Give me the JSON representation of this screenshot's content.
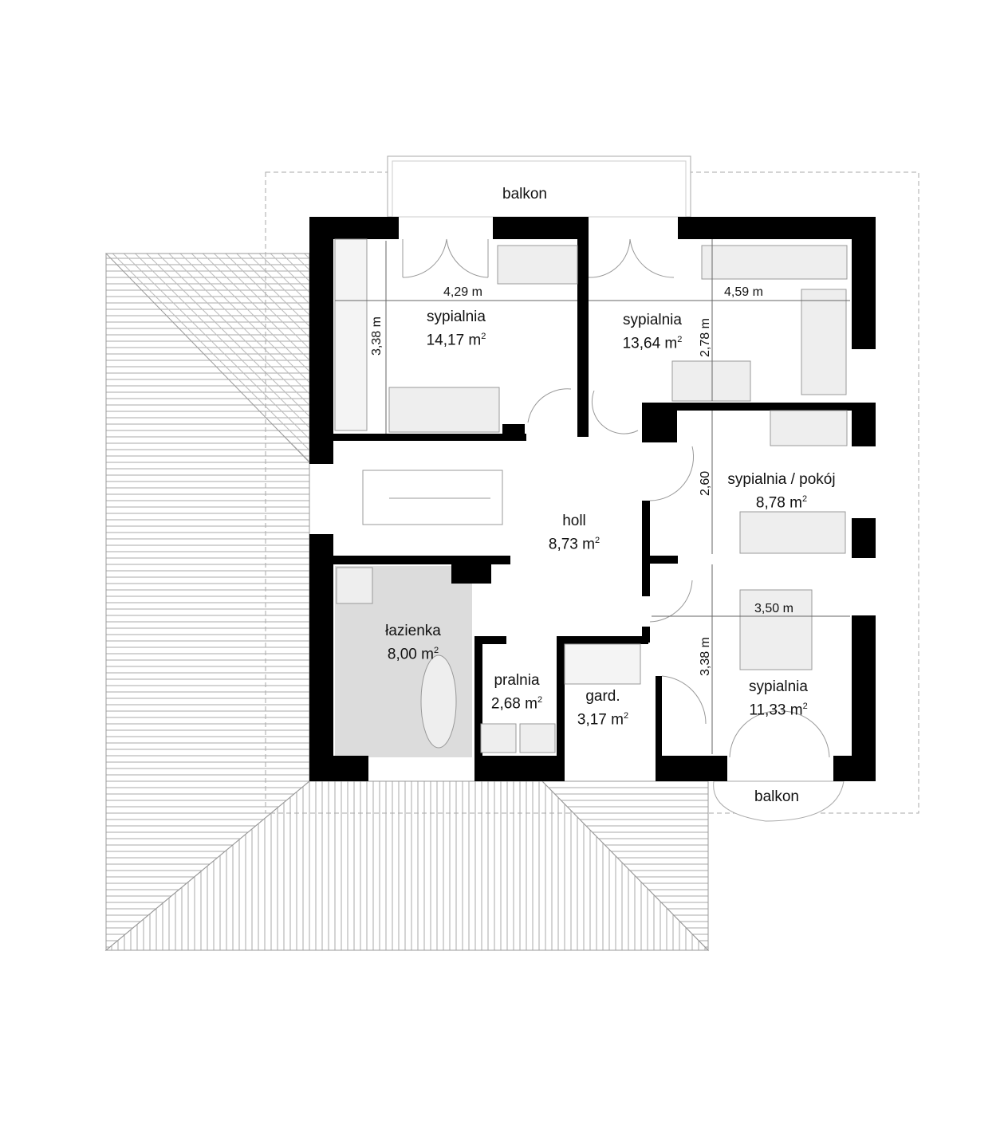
{
  "plan": {
    "rooms": [
      {
        "id": "bed1",
        "name": "sypialnia",
        "area": "14,17 m",
        "unit_sup": "2"
      },
      {
        "id": "bed2",
        "name": "sypialnia",
        "area": "13,64 m",
        "unit_sup": "2"
      },
      {
        "id": "bed3",
        "name": "sypialnia / pokój",
        "area": "8,78 m",
        "unit_sup": "2"
      },
      {
        "id": "hall",
        "name": "holl",
        "area": "8,73 m",
        "unit_sup": "2"
      },
      {
        "id": "bath",
        "name": "łazienka",
        "area": "8,00 m",
        "unit_sup": "2"
      },
      {
        "id": "laundry",
        "name": "pralnia",
        "area": "2,68 m",
        "unit_sup": "2"
      },
      {
        "id": "wardrobe",
        "name": "gard.",
        "area": "3,17 m",
        "unit_sup": "2"
      },
      {
        "id": "bed4",
        "name": "sypialnia",
        "area": "11,33 m",
        "unit_sup": "2"
      }
    ],
    "balconies": [
      "balkon",
      "balkon"
    ],
    "dimensions": [
      "4,29 m",
      "3,38 m",
      "4,59 m",
      "2,78 m",
      "2,60",
      "3,50 m",
      "3,38 m"
    ],
    "colors": {
      "wall": "#000000",
      "bath_floor": "#dcdcdc",
      "furniture": "#eeeeee",
      "roof_lines": "#9a9a9a"
    }
  }
}
